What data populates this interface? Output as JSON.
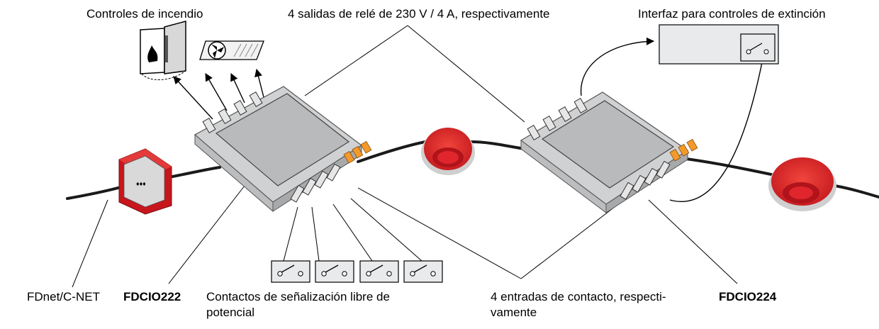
{
  "labels": {
    "fire_controls": "Controles de incendio",
    "relay_outputs": "4 salidas de relé de 230 V / 4 A, respectivamente",
    "extinguish_interface": "Interfaz  para controles de extinción",
    "network": "FDnet/C-NET",
    "module_left": "FDCIO222",
    "potential_free_line1": "Contactos de señalización libre de",
    "potential_free_line2": "potencial",
    "contact_inputs_line1": "4 entradas de contacto, respecti-",
    "contact_inputs_line2": "vamente",
    "module_right": "FDCIO224"
  },
  "colors": {
    "detector_red": "#e8262a",
    "terminal_orange": "#f39a2a",
    "module_grey": "#d9dadb",
    "interface_box": "#e9eaeb",
    "cable": "#1a1a1a"
  },
  "icons": {
    "fire_door": "fire-door-icon",
    "fan_damper": "fan-damper-icon",
    "manual_call_point": "manual-call-point-icon",
    "smoke_detector": "smoke-detector-icon",
    "switch_contact": "switch-contact-icon"
  }
}
